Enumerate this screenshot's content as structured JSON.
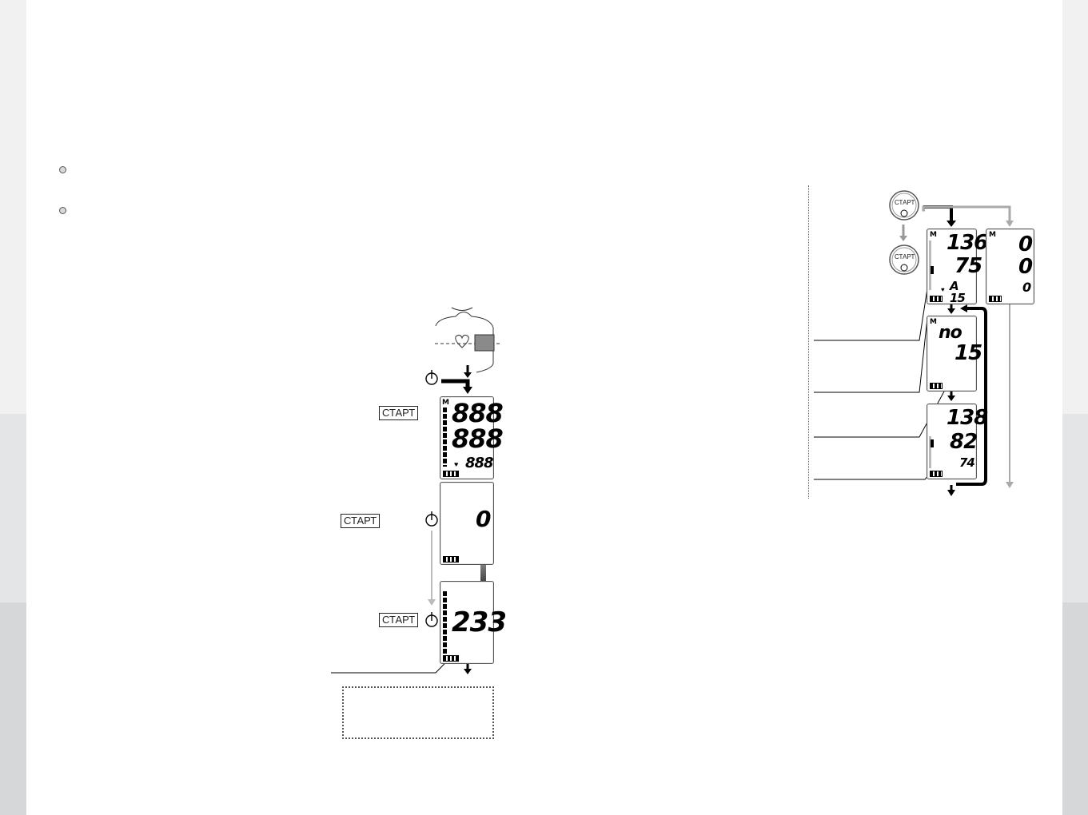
{
  "page": {
    "bands": [
      "#f0f1f0",
      "#e4e5e6",
      "#d6d7d8"
    ]
  },
  "left_diagram": {
    "start_label_1": "СТАРТ",
    "start_label_2": "СТАРТ",
    "start_label_3": "СТАРТ",
    "test_display": {
      "memory": "M",
      "top": "888",
      "middle": "888",
      "pulse": "888"
    },
    "zero_display": {
      "value": "0"
    },
    "inflate_display": {
      "value": "233"
    }
  },
  "right_diagram": {
    "start_button_top": "СТАРТ",
    "start_button_bottom": "СТАРТ",
    "memory_display": {
      "memory": "M",
      "sys": "136",
      "dia": "75",
      "pulse_index": "A 15"
    },
    "empty_memory_display": {
      "memory": "M",
      "sys": "0",
      "dia": "0",
      "pulse": "0"
    },
    "number_display": {
      "memory": "M",
      "label": "no",
      "value": "15"
    },
    "result_display": {
      "sys": "138",
      "dia": "82",
      "pulse": "74"
    }
  },
  "icons": {
    "power": "power-icon",
    "heart": "heart-icon",
    "battery": "battery-icon",
    "arrow": "arrow-down-icon"
  }
}
